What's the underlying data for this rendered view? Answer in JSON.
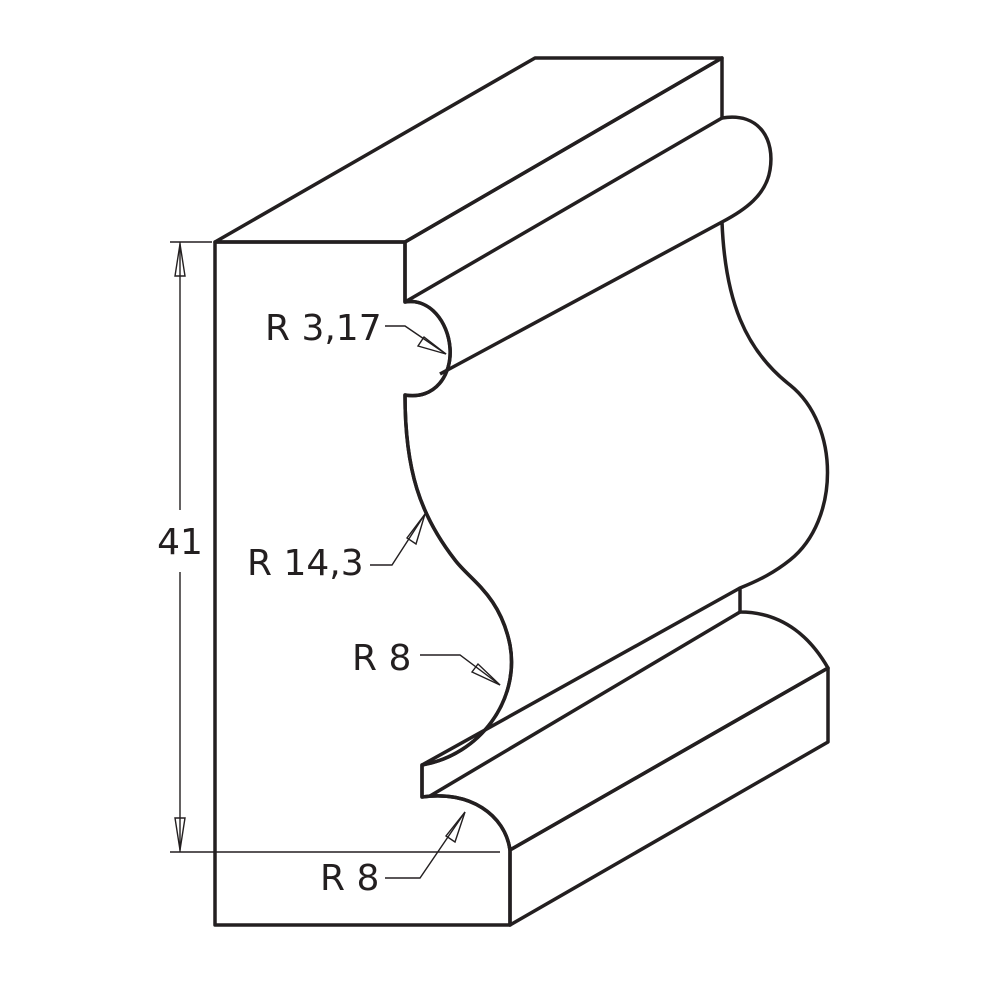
{
  "diagram": {
    "dimension_height": "41",
    "radii_labels": [
      "R 3,17",
      "R 14,3",
      "R 8",
      "R 8"
    ],
    "colors": {
      "profile_light": "#fdd3a8",
      "profile_dark": "#f28423",
      "outline": "#231f20",
      "block": "#ffffff"
    }
  }
}
